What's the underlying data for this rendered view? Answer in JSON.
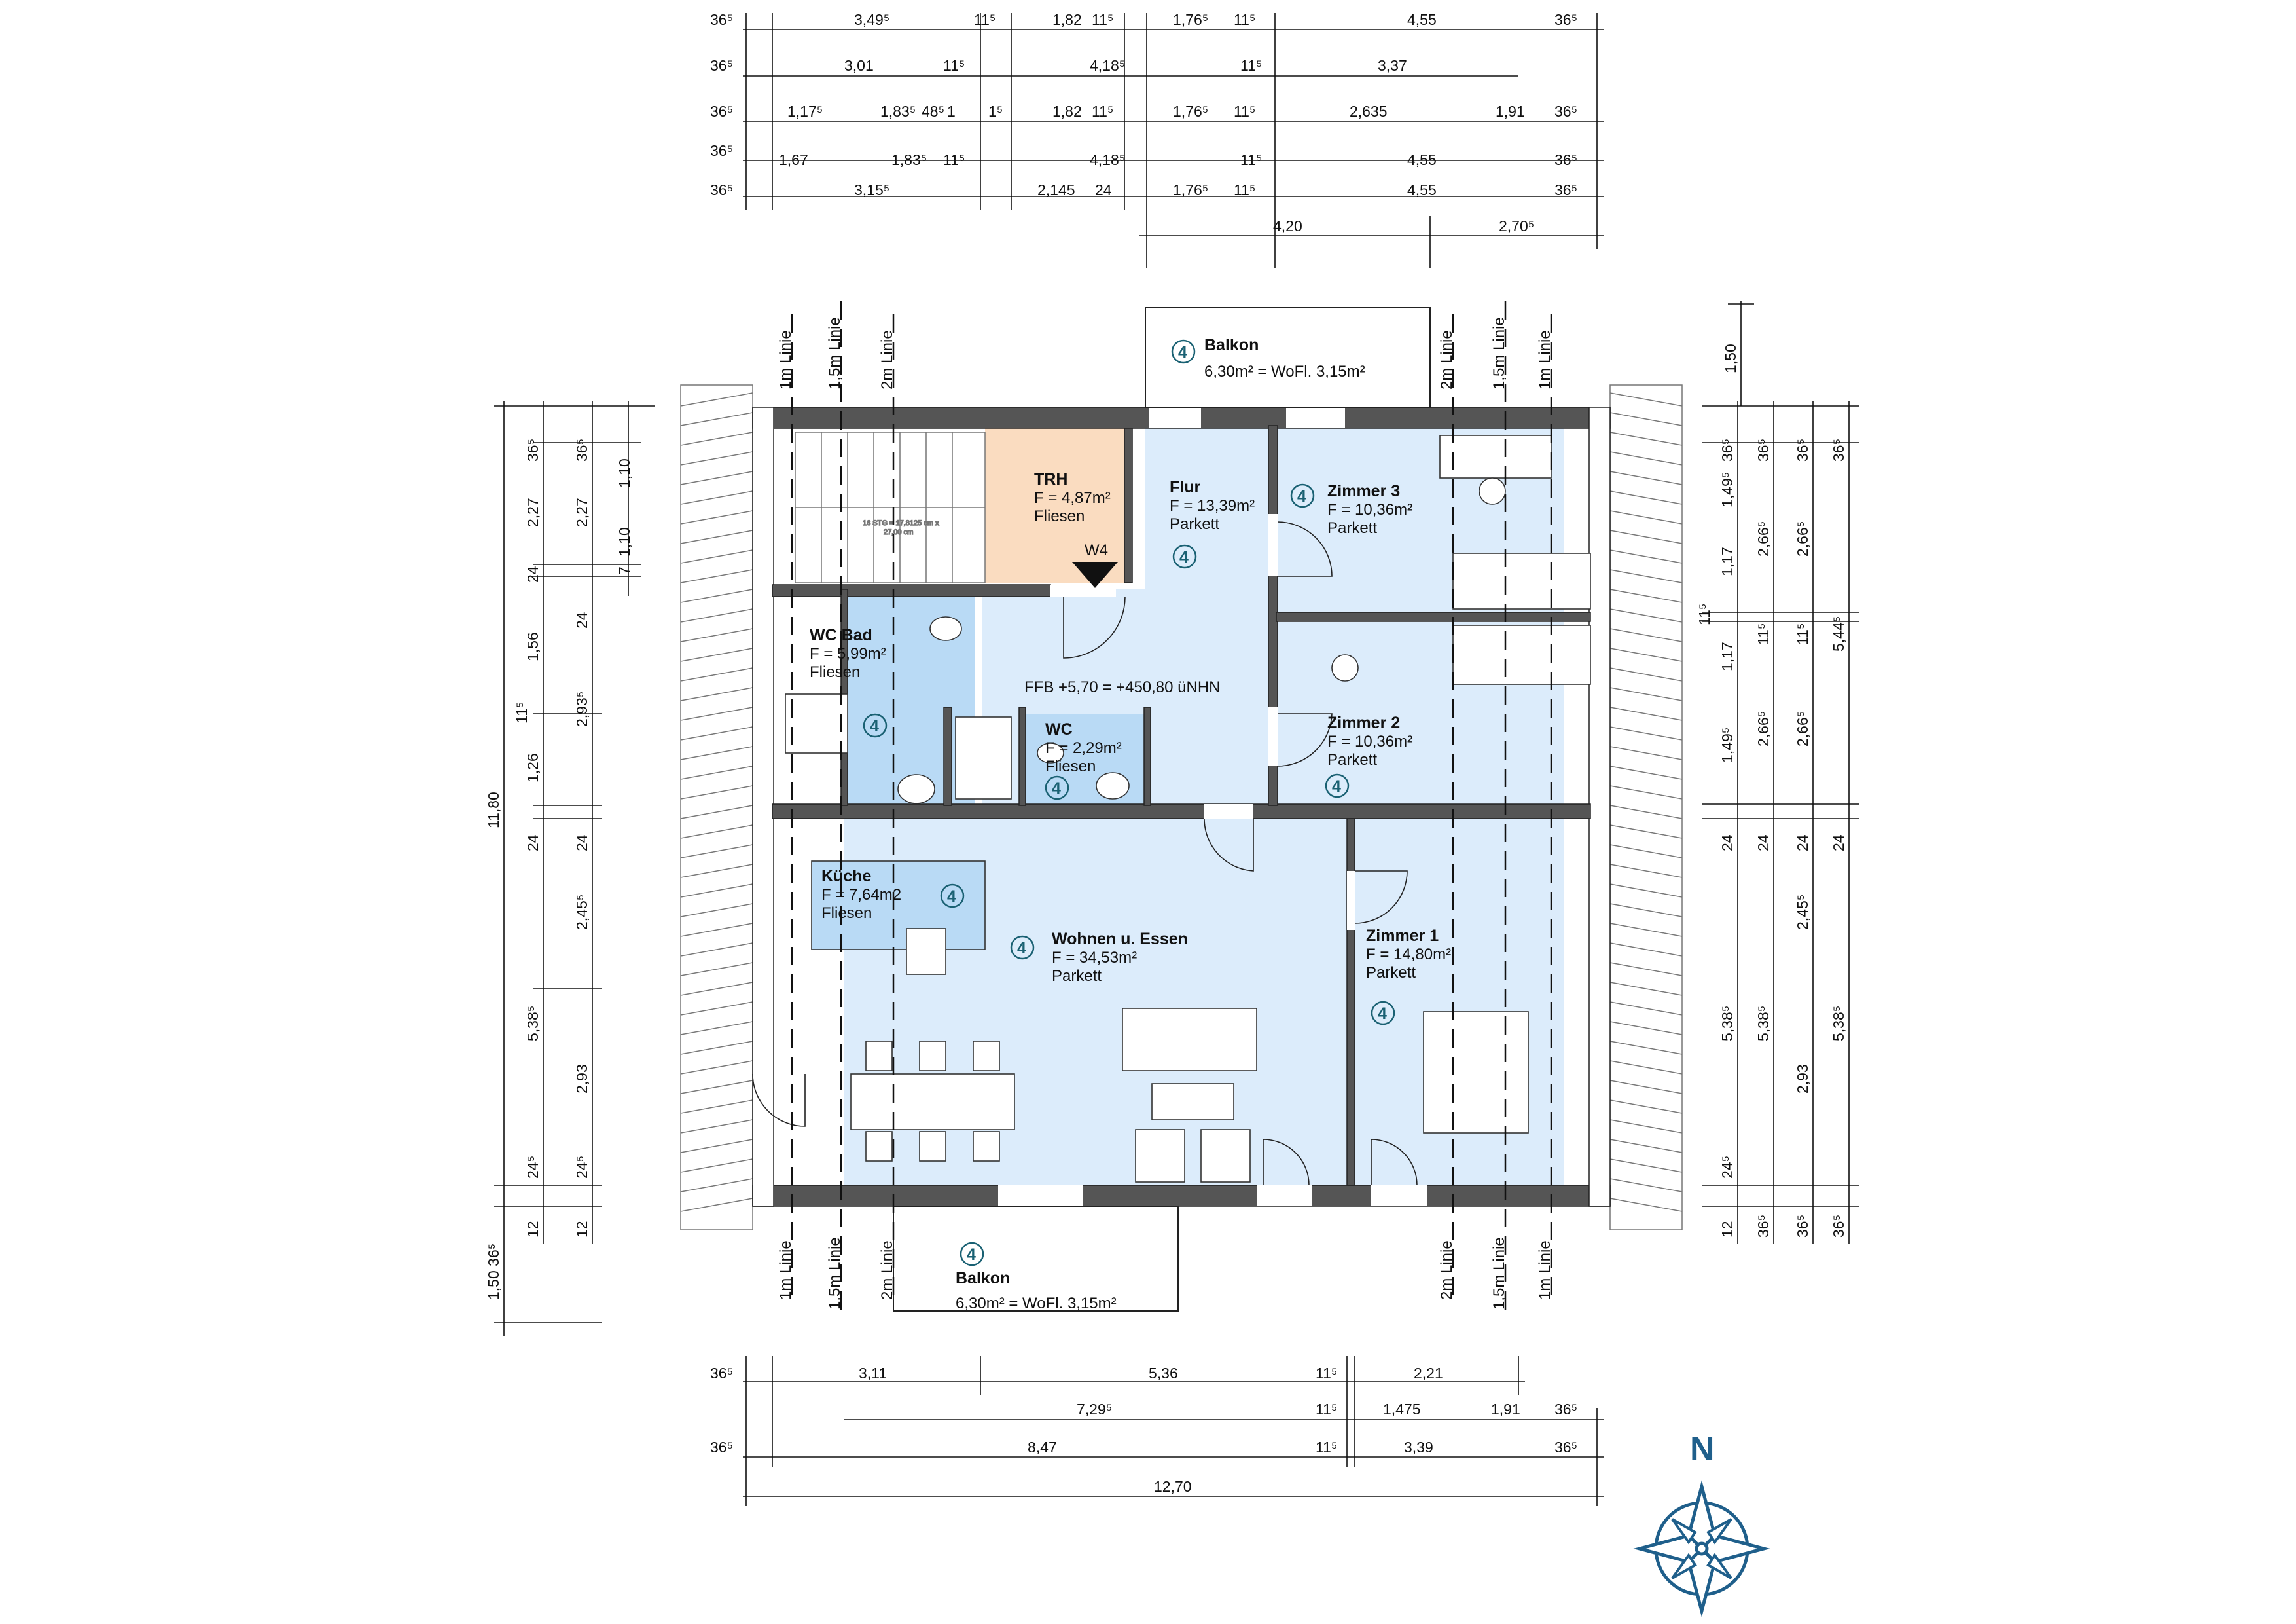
{
  "rooms": {
    "balkon_top": {
      "name": "Balkon",
      "line1": "6,30m² = WoFl. 3,15m²",
      "badge": "4"
    },
    "trh": {
      "name": "TRH",
      "line1": "F = 4,87m²",
      "line2": "Fliesen",
      "window": "W4"
    },
    "flur": {
      "name": "Flur",
      "line1": "F = 13,39m²",
      "line2": "Parkett",
      "badge": "4"
    },
    "zimmer3": {
      "name": "Zimmer 3",
      "line1": "F = 10,36m²",
      "line2": "Parkett",
      "badge": "4"
    },
    "wc_bad": {
      "name": "WC Bad",
      "line1": "F = 5,99m²",
      "line2": "Fliesen",
      "badge": "4"
    },
    "wc": {
      "name": "WC",
      "line1": "F = 2,29m²",
      "line2": "Fliesen",
      "badge": "4"
    },
    "zimmer2": {
      "name": "Zimmer 2",
      "line1": "F = 10,36m²",
      "line2": "Parkett",
      "badge": "4"
    },
    "kueche": {
      "name": "Küche",
      "line1": "F = 7,64m2",
      "line2": "Fliesen",
      "badge": "4"
    },
    "wohnen": {
      "name": "Wohnen u. Essen",
      "line1": "F = 34,53m²",
      "line2": "Parkett",
      "badge": "4"
    },
    "zimmer1": {
      "name": "Zimmer 1",
      "line1": "F = 14,80m²",
      "line2": "Parkett",
      "badge": "4"
    },
    "balkon_bottom": {
      "name": "Balkon",
      "line1": "6,30m² = WoFl. 3,15m²",
      "badge": "4"
    }
  },
  "level_note": "FFB +5,70 = +450,80 üNHN",
  "stair_note_1": "16 STG = 17,8125 cm x",
  "stair_note_2": "27,00 cm",
  "slope_lines": {
    "l1": "1m Linie",
    "l15": "1,5m Linie",
    "l2": "2m Linie"
  },
  "north_label": "N",
  "dims_top": {
    "r1": [
      "36⁵",
      "3,49⁵",
      "11⁵",
      "1,82",
      "11⁵",
      "1,76⁵",
      "11⁵",
      "4,55",
      "36⁵"
    ],
    "r2": [
      "36⁵",
      "3,01",
      "11⁵",
      "4,18⁵",
      "11⁵",
      "3,37"
    ],
    "r3": [
      "36⁵",
      "1,17⁵",
      "1,83⁵",
      "48⁵",
      "1",
      "1⁵",
      "1,82",
      "11⁵",
      "1,76⁵",
      "11⁵",
      "2,635",
      "1,91",
      "36⁵"
    ],
    "r4": [
      "36⁵",
      "1,67",
      "1,83⁵",
      "11⁵",
      "4,18⁵",
      "11⁵",
      "4,55",
      "36⁵"
    ],
    "r5": [
      "36⁵",
      "3,15⁵",
      "2,145",
      "24",
      "1,76⁵",
      "11⁵",
      "4,55",
      "36⁵"
    ],
    "r6": [
      "4,20",
      "2,70⁵"
    ]
  },
  "dims_bottom": {
    "r1": [
      "36⁵",
      "3,11",
      "5,36",
      "11⁵",
      "2,21"
    ],
    "r2": [
      "7,29⁵",
      "11⁵",
      "1,475",
      "1,91",
      "36⁵"
    ],
    "r3": [
      "36⁵",
      "8,47",
      "11⁵",
      "3,39",
      "36⁵"
    ],
    "r4": [
      "12,70"
    ]
  },
  "dims_left": {
    "c1": [
      "36⁵",
      "2,27",
      "24",
      "1,56",
      "11⁵",
      "1,26",
      "24",
      "5,38⁵",
      "24⁵",
      "12"
    ],
    "c2": [
      "36⁵",
      "2,27",
      "24",
      "2,93⁵",
      "24",
      "2,45⁵",
      "2,93",
      "24⁵",
      "12"
    ],
    "c3": [
      "1,10",
      "1,10",
      "7"
    ],
    "total": "11,80",
    "bottom": "1,50 36⁵"
  },
  "dims_right": {
    "c1": [
      "1,50",
      "1,49⁵",
      "36⁵",
      "1,17",
      "11⁵",
      "1,17",
      "1,49⁵",
      "24",
      "5,38⁵",
      "24⁵",
      "12"
    ],
    "c2": [
      "36⁵",
      "2,66⁵",
      "11⁵",
      "2,66⁵",
      "24",
      "5,38⁵",
      "36⁵"
    ],
    "c3": [
      "36⁵",
      "2,66⁵",
      "11⁵",
      "2,66⁵",
      "24",
      "2,45⁵",
      "2,93",
      "36⁵"
    ],
    "c4": [
      "36⁵",
      "5,44⁵",
      "24",
      "5,38⁵",
      "36⁵"
    ]
  },
  "colors": {
    "room_blue": "#dcecfb",
    "wet_blue": "#b9daf5",
    "trh_orange": "#fadcc0",
    "wall": "#555555",
    "badge": "#1a6173",
    "compass": "#1f5f8b"
  }
}
